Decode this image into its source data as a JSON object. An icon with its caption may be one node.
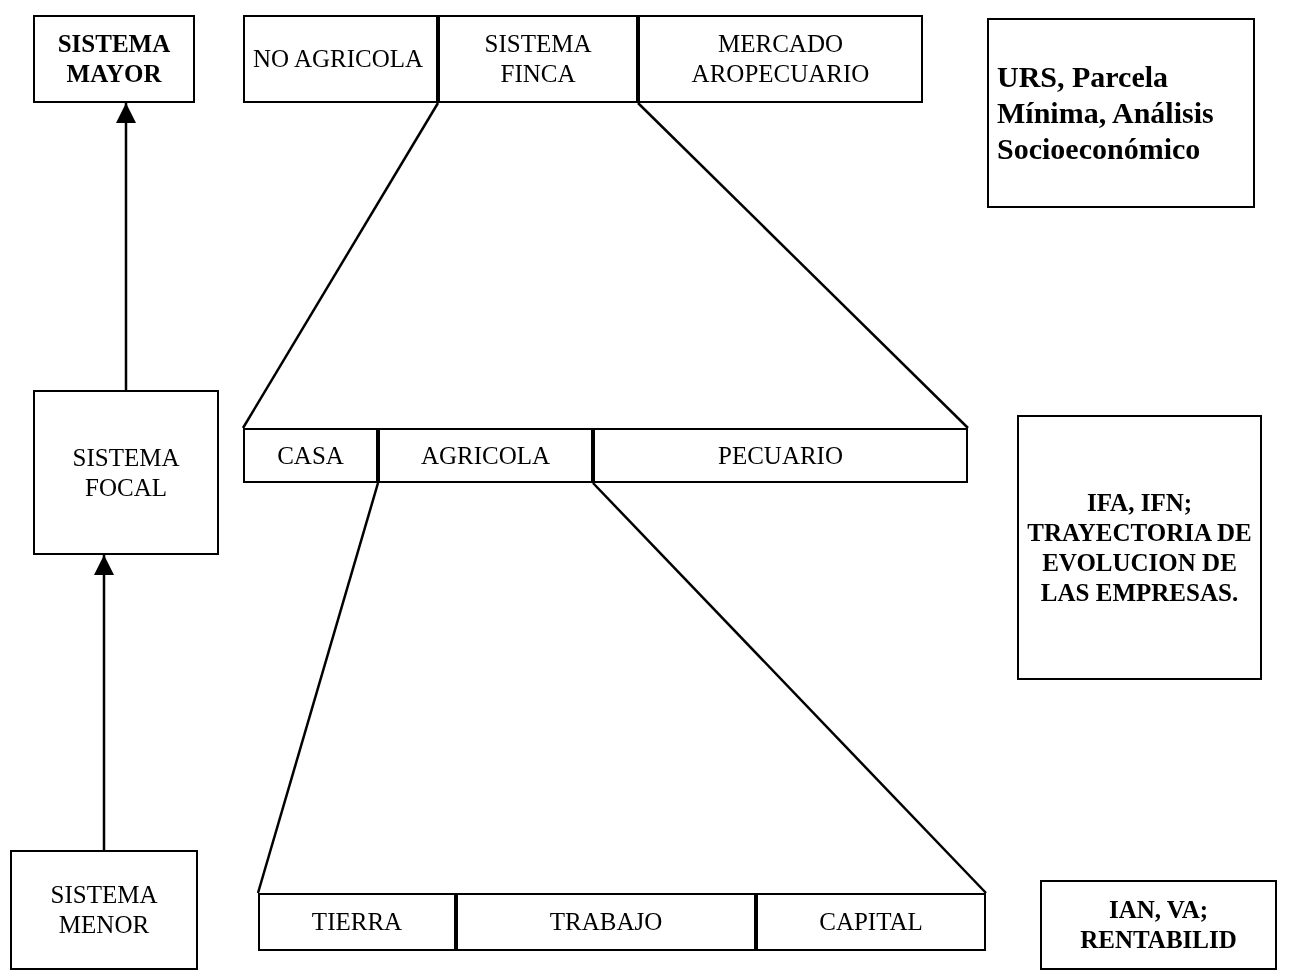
{
  "diagram": {
    "nodes": [
      {
        "text": [
          "SISTEMA MAYOR"
        ]
      },
      {
        "text": [
          "NO AGRICOLA"
        ]
      },
      {
        "text": [
          "SISTEMA FINCA"
        ]
      },
      {
        "text": [
          "MERCADO AROPECUARIO"
        ]
      },
      {
        "text": [
          "URS, Parcela Mínima, Análisis Socioeconómico"
        ]
      },
      {
        "text": [
          "SISTEMA FOCAL"
        ]
      },
      {
        "text": [
          "CASA"
        ]
      },
      {
        "text": [
          "AGRICOLA"
        ]
      },
      {
        "text": [
          "PECUARIO"
        ]
      },
      {
        "text": [
          "IFA, IFN; TRAYECTORIA DE EVOLUCION DE LAS EMPRESAS."
        ]
      },
      {
        "text": [
          "SISTEMA MENOR"
        ]
      },
      {
        "text": [
          "TIERRA"
        ]
      },
      {
        "text": [
          "TRABAJO"
        ]
      },
      {
        "text": [
          "CAPITAL"
        ]
      },
      {
        "text": [
          "IAN, VA; RENTABILID"
        ]
      }
    ],
    "edges": [
      {
        "from": 10,
        "to": 5,
        "arrow": "to"
      },
      {
        "from": 5,
        "to": 0,
        "arrow": "to"
      },
      {
        "from": 2,
        "to": 6,
        "arrow": "none"
      },
      {
        "from": 2,
        "to": 8,
        "arrow": "none"
      },
      {
        "from": 7,
        "to": 11,
        "arrow": "none"
      },
      {
        "from": 7,
        "to": 13,
        "arrow": "none"
      }
    ]
  }
}
